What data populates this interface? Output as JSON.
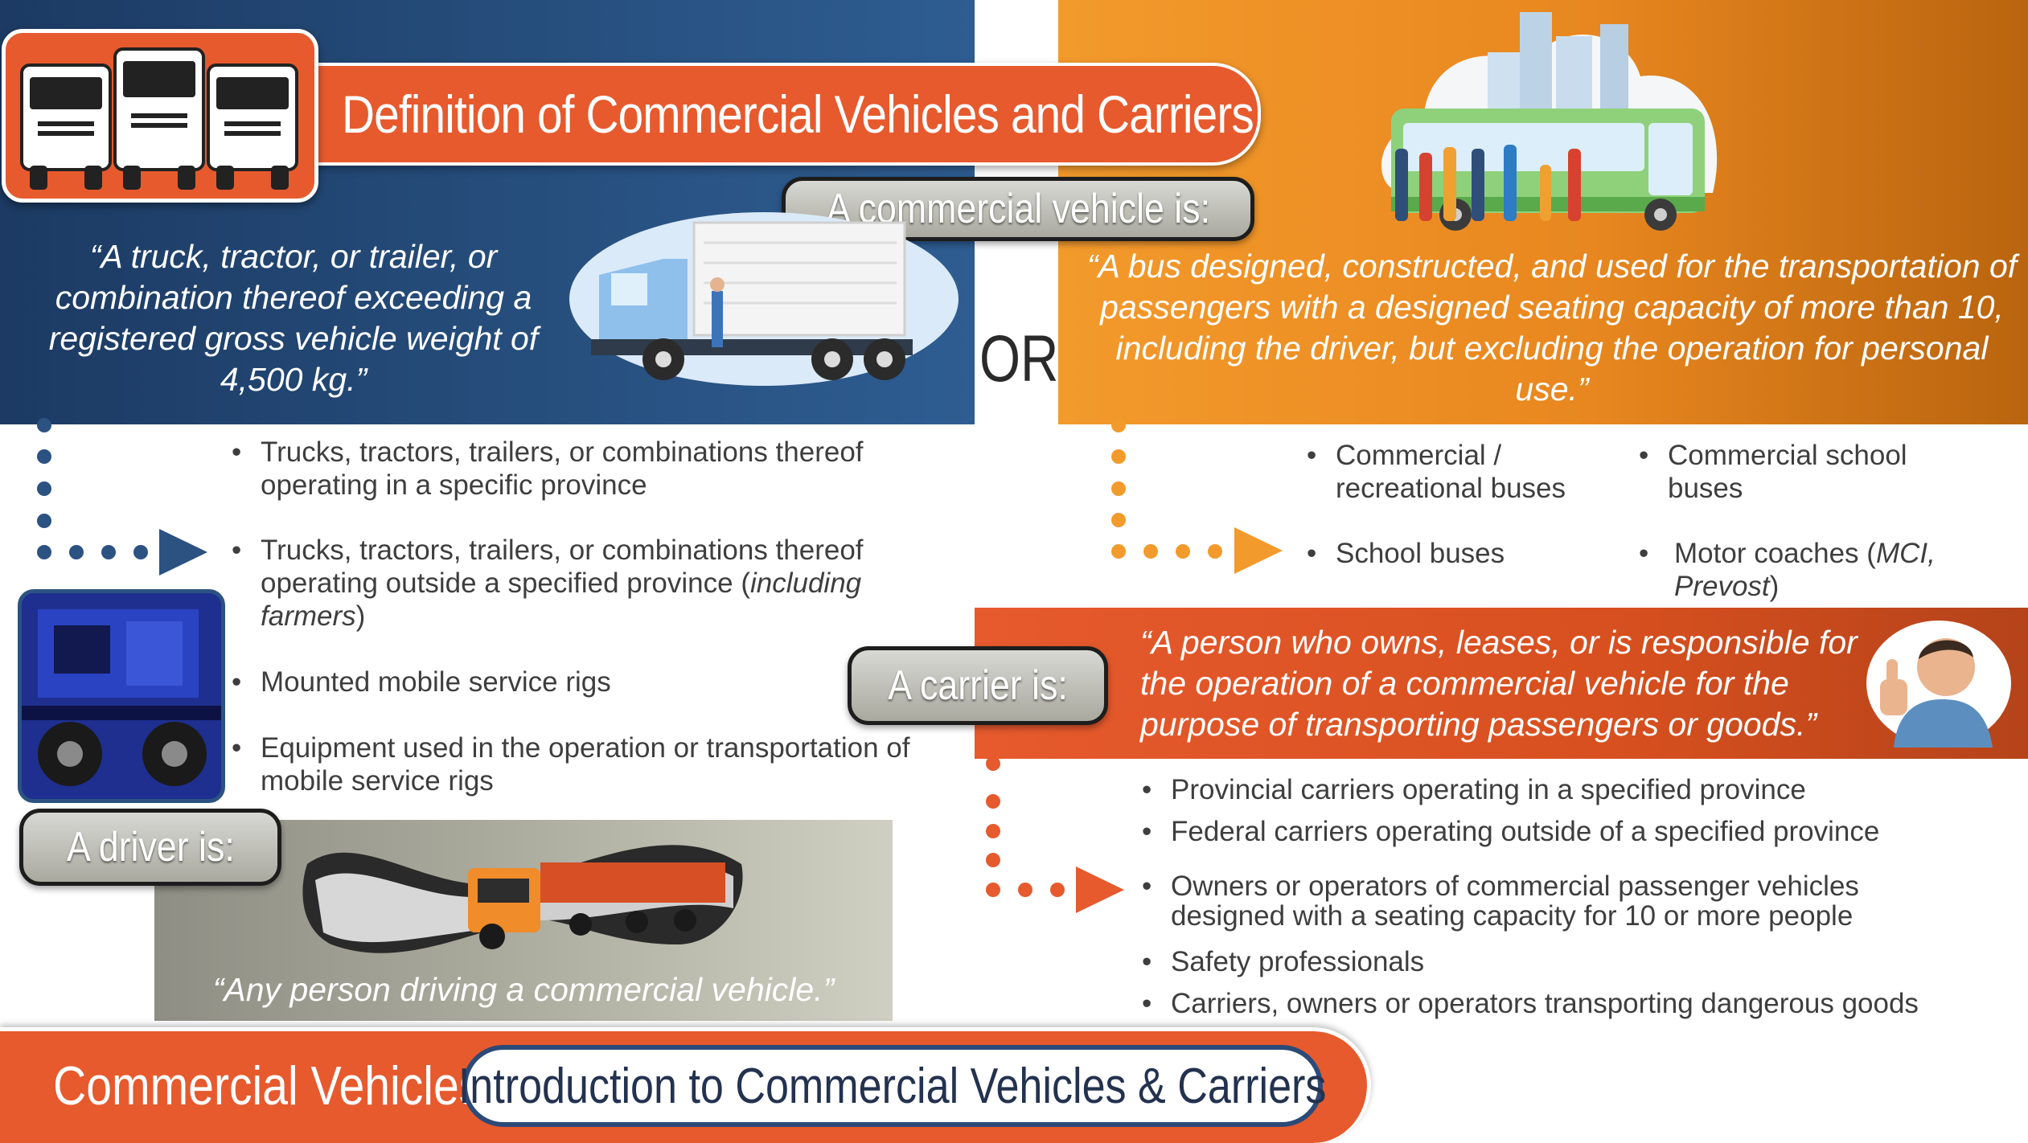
{
  "title": "Definition of Commercial Vehicles and Carriers",
  "commercial_vehicle_label": "A commercial vehicle is:",
  "truck_quote": "“A truck, tractor, or trailer, or combination thereof exceeding a registered gross vehicle weight of 4,500 kg.”",
  "or_label": "OR",
  "bus_quote": "“A bus designed, constructed, and used for the transportation of passengers with a designed seating capacity of more than 10, including the driver, but excluding the operation for personal use.”",
  "truck_bullets": {
    "b1": "Trucks, tractors, trailers, or combinations thereof operating in a specific province",
    "b2_main": "Trucks, tractors, trailers, or combinations thereof operating outside a specified province (",
    "b2_italic": "including farmers",
    "b2_end": ")",
    "b3": "Mounted mobile service rigs",
    "b4": "Equipment used in the operation or transportation of mobile service rigs"
  },
  "bus_bullets": {
    "b1": "Commercial / recreational buses",
    "b2": "School buses",
    "b3": "Commercial school buses",
    "b4_main": "Motor coaches (",
    "b4_italic": "MCI, Prevost",
    "b4_end": ")"
  },
  "carrier_label": "A carrier is:",
  "carrier_quote": "“A person who owns, leases, or is responsible for the operation of a commercial vehicle for the purpose of transporting passengers or goods.”",
  "carrier_bullets": [
    "Provincial carriers operating in a specified province",
    "Federal carriers operating outside of a specified province",
    "Owners or operators of commercial passenger vehicles designed with a seating capacity for 10 or more people",
    "Safety professionals",
    "Carriers, owners or operators transporting dangerous goods"
  ],
  "driver_label": "A driver is:",
  "driver_quote": "“Any person driving a commercial vehicle.”",
  "footer": {
    "section": "Commercial Vehicles",
    "course": "Introduction to Commercial Vehicles & Carriers"
  },
  "icons": [
    "trucks-logo-icon",
    "box-truck-icon",
    "bus-with-passengers-icon",
    "mobile-service-rig-photo",
    "orange-truck-icon",
    "thumbs-up-person-icon",
    "arrow-right-icon"
  ],
  "colors": {
    "blue": "#27507f",
    "orange": "#f39a2c",
    "red": "#e65a2e",
    "gray": "#a9a99c"
  }
}
